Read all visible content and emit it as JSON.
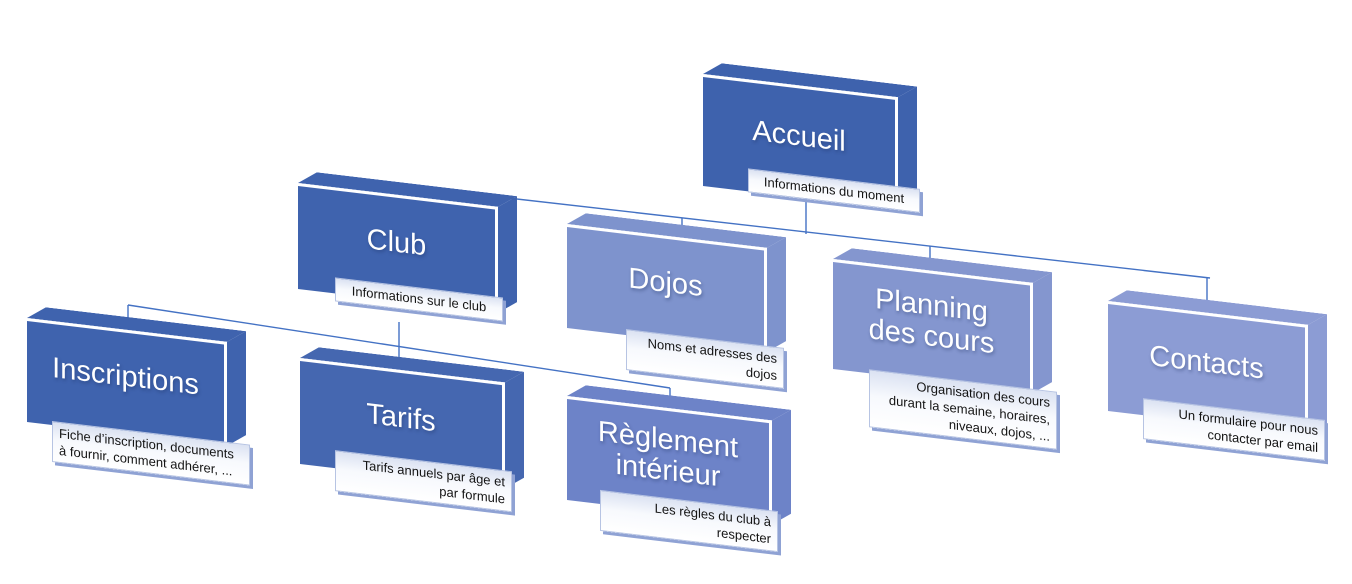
{
  "diagram": {
    "type": "sitemap-hierarchy",
    "connector_color": "#4472c4",
    "background_color": "#ffffff"
  },
  "nodes": [
    {
      "id": "accueil",
      "label": "Accueil",
      "description": "Informations du moment",
      "color": "#3e62ad"
    },
    {
      "id": "club",
      "label": "Club",
      "description": "Informations sur le club",
      "color": "#3f63ae"
    },
    {
      "id": "dojos",
      "label": "Dojos",
      "description": "Noms et adresses des dojos",
      "color": "#7e93cd"
    },
    {
      "id": "planning",
      "label": "Planning des cours",
      "description": "Organisation des cours durant la semaine, horaires, niveaux, dojos, ...",
      "color": "#8496cf"
    },
    {
      "id": "contacts",
      "label": "Contacts",
      "description": "Un formulaire pour nous contacter par email",
      "color": "#8c9cd4"
    },
    {
      "id": "inscriptions",
      "label": "Inscriptions",
      "description": "Fiche d’inscription, documents à fournir, comment adhérer, ...",
      "color": "#3f63ae"
    },
    {
      "id": "tarifs",
      "label": "Tarifs",
      "description": "Tarifs annuels par âge et par formule",
      "color": "#4567b0"
    },
    {
      "id": "reglement",
      "label": "Règlement intérieur",
      "description": "Les règles du club à respecter",
      "color": "#6d83c8"
    }
  ],
  "hierarchy": [
    {
      "parent": "accueil",
      "children": [
        "club",
        "dojos",
        "planning des cours",
        "contacts"
      ]
    },
    {
      "parent": "club",
      "children": [
        "inscriptions",
        "tarifs",
        "règlement intérieur"
      ]
    }
  ]
}
